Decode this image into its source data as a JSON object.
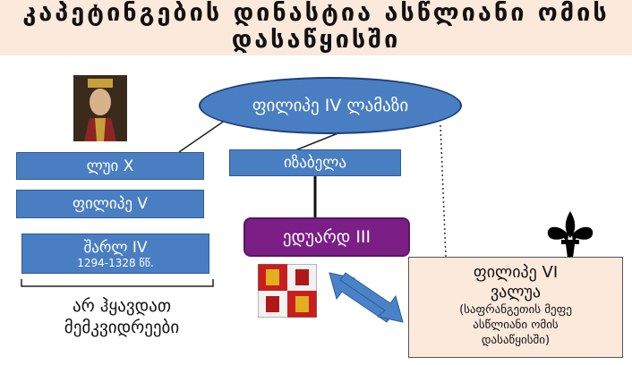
{
  "title": [
    "კაპეტინგების დინასტია ასწლიანი ომის",
    "დასაწყისში"
  ],
  "nodes": {
    "philip_iv": "ფილიპე IV ლამაზი",
    "louis_x": "ლუი X",
    "philip_v": "ფილიპე V",
    "charles_iv": "შარლ IV",
    "charles_iv_years": "1294-1328 წწ.",
    "isabella": "იზაბელა",
    "edward_iii": "ედუარდ III",
    "philip_vi": [
      "ფილიპე VI",
      "ვალუა"
    ],
    "philip_vi_note": [
      "(საფრანგეთის მეფე",
      "ასწლიანი ომის",
      "დასაწყისში)"
    ],
    "no_heirs": [
      "არ ჰყავდათ",
      "მემკვიდრეები"
    ]
  },
  "icons": [
    "portrait-image",
    "royal-coat-of-arms-icon",
    "fleur-de-lis-icon",
    "double-arrow-icon"
  ],
  "colors": {
    "box": "#4a7ec3",
    "edward": "#7b1e86",
    "band": "#fbe9dc"
  }
}
